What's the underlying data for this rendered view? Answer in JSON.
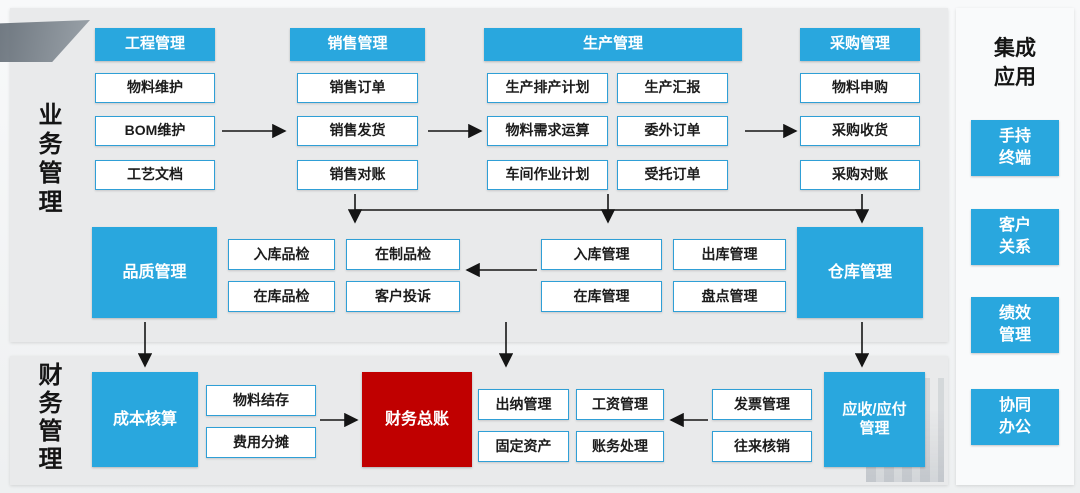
{
  "colors": {
    "blue": "#29a7de",
    "blue_border": "#2f9fd6",
    "red": "#c00000",
    "panel": "#e9eaeb"
  },
  "sections": {
    "business_label": "业务管理",
    "finance_label": "财务管理"
  },
  "integration": {
    "title": "集成\n应用",
    "items": [
      "手持\n终端",
      "客户\n关系",
      "绩效\n管理",
      "协同\n办公"
    ]
  },
  "groups": {
    "engineering": {
      "header": "工程管理",
      "items": [
        "物料维护",
        "BOM维护",
        "工艺文档"
      ]
    },
    "sales": {
      "header": "销售管理",
      "items": [
        "销售订单",
        "销售发货",
        "销售对账"
      ]
    },
    "production": {
      "header": "生产管理",
      "items": [
        "生产排产计划",
        "生产汇报",
        "物料需求运算",
        "委外订单",
        "车间作业计划",
        "受托订单"
      ]
    },
    "procurement": {
      "header": "采购管理",
      "items": [
        "物料申购",
        "采购收货",
        "采购对账"
      ]
    },
    "quality": {
      "header": "品质管理",
      "items": [
        "入库品检",
        "在制品检",
        "在库品检",
        "客户投诉"
      ]
    },
    "warehouse": {
      "header": "仓库管理",
      "items": [
        "入库管理",
        "出库管理",
        "在库管理",
        "盘点管理"
      ]
    },
    "cost": {
      "header": "成本核算",
      "items": [
        "物料结存",
        "费用分摊"
      ]
    },
    "ledger": {
      "header": "财务总账"
    },
    "finance_center": {
      "items": [
        "出纳管理",
        "工资管理",
        "固定资产",
        "账务处理"
      ]
    },
    "invoice": {
      "items": [
        "发票管理",
        "往来核销"
      ]
    },
    "ar_ap": {
      "header": "应收/应付\n管理"
    }
  }
}
